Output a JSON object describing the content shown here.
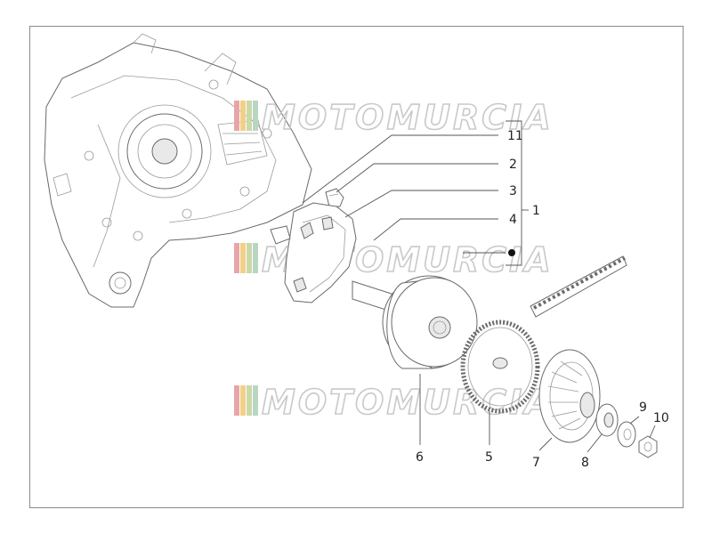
{
  "watermark": {
    "text": "MOTOMURCIA",
    "stripe_colors": [
      "#e9a5a5",
      "#f2d08a",
      "#c9d9a8",
      "#b9d6c2"
    ]
  },
  "callouts": [
    {
      "id": "1",
      "label": "1"
    },
    {
      "id": "2",
      "label": "2"
    },
    {
      "id": "3",
      "label": "3"
    },
    {
      "id": "4",
      "label": "4"
    },
    {
      "id": "5",
      "label": "5"
    },
    {
      "id": "6",
      "label": "6"
    },
    {
      "id": "7",
      "label": "7"
    },
    {
      "id": "8",
      "label": "8"
    },
    {
      "id": "9",
      "label": "9"
    },
    {
      "id": "10",
      "label": "10"
    },
    {
      "id": "11",
      "label": "11"
    }
  ],
  "colors": {
    "line": "#6a6a6a",
    "frame": "#8a8a8a",
    "text": "#222222"
  }
}
